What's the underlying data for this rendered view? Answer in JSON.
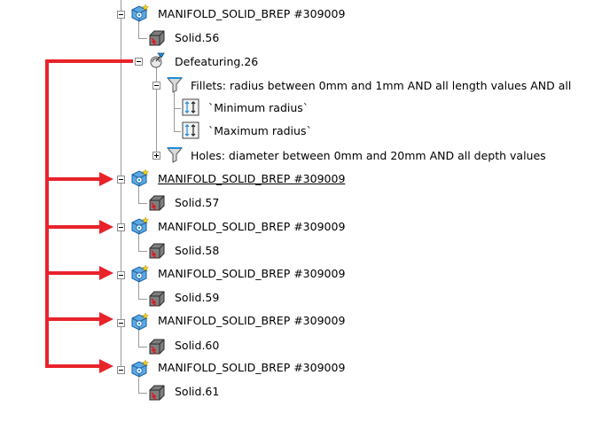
{
  "tree": {
    "nodes": [
      {
        "id": "brep-top",
        "label": "MANIFOLD_SOLID_BREP #309009",
        "icon": "brep-body-icon"
      },
      {
        "id": "solid-56",
        "label": "Solid.56",
        "icon": "solid-cube-icon"
      },
      {
        "id": "defeaturing",
        "label": "Defeaturing.26",
        "icon": "defeaturing-icon"
      },
      {
        "id": "fillets",
        "label": "Fillets: radius between 0mm and 1mm AND all length values AND all",
        "icon": "filter-funnel-icon"
      },
      {
        "id": "min-radius",
        "label": "`Minimum radius`",
        "icon": "parameter-icon"
      },
      {
        "id": "max-radius",
        "label": "`Maximum radius`",
        "icon": "parameter-icon"
      },
      {
        "id": "holes",
        "label": "Holes: diameter between 0mm and 20mm AND all depth values",
        "icon": "filter-funnel-icon"
      },
      {
        "id": "brep-57",
        "label": "MANIFOLD_SOLID_BREP #309009",
        "icon": "brep-body-icon"
      },
      {
        "id": "solid-57",
        "label": "Solid.57",
        "icon": "solid-cube-icon"
      },
      {
        "id": "brep-58",
        "label": "MANIFOLD_SOLID_BREP #309009",
        "icon": "brep-body-icon"
      },
      {
        "id": "solid-58",
        "label": "Solid.58",
        "icon": "solid-cube-icon"
      },
      {
        "id": "brep-59",
        "label": "MANIFOLD_SOLID_BREP #309009",
        "icon": "brep-body-icon"
      },
      {
        "id": "solid-59",
        "label": "Solid.59",
        "icon": "solid-cube-icon"
      },
      {
        "id": "brep-60",
        "label": "MANIFOLD_SOLID_BREP #309009",
        "icon": "brep-body-icon"
      },
      {
        "id": "solid-60",
        "label": "Solid.60",
        "icon": "solid-cube-icon"
      },
      {
        "id": "brep-61",
        "label": "MANIFOLD_SOLID_BREP #309009",
        "icon": "brep-body-icon"
      },
      {
        "id": "solid-61",
        "label": "Solid.61",
        "icon": "solid-cube-icon"
      }
    ]
  },
  "annotation": {
    "arrow_color": "#e8232a"
  },
  "colors": {
    "tree_line": "#9a9a9a",
    "cube_gray": "#7f7f7f",
    "brep_blue": "#1f8fd6",
    "icon_star": "#f2d21b"
  }
}
